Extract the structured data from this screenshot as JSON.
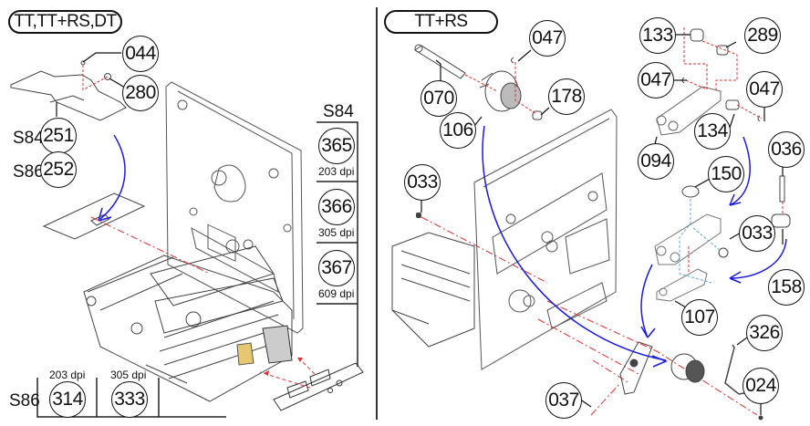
{
  "left_panel": {
    "title": "TT,TT+RS,DT",
    "callouts": {
      "c044": "044",
      "c280": "280",
      "c251": "251",
      "c252": "252"
    },
    "model_labels": {
      "s84_cover": "S84",
      "s86_cover": "S86"
    },
    "s84_table": {
      "header": "S84",
      "rows": [
        {
          "part": "365",
          "dpi": "203 dpi"
        },
        {
          "part": "366",
          "dpi": "305 dpi"
        },
        {
          "part": "367",
          "dpi": "609 dpi"
        }
      ]
    },
    "s86_table": {
      "label": "S86",
      "cols": [
        {
          "part": "314",
          "dpi": "203 dpi"
        },
        {
          "part": "333",
          "dpi": "305 dpi"
        }
      ]
    }
  },
  "right_panel": {
    "title": "TT+RS",
    "callouts": {
      "c047a": "047",
      "c070": "070",
      "c178": "178",
      "c106": "106",
      "c033a": "033",
      "c133": "133",
      "c289": "289",
      "c047b": "047",
      "c047c": "047",
      "c134": "134",
      "c094": "094",
      "c036": "036",
      "c150": "150",
      "c033b": "033",
      "c158": "158",
      "c107": "107",
      "c326": "326",
      "c024": "024",
      "c037": "037"
    }
  },
  "colors": {
    "leader": "#111111",
    "explode_line": "#e03030",
    "alt_explode_line": "#5aaad8",
    "motion_arrow": "#1a1ae0",
    "outline": "#555555"
  }
}
